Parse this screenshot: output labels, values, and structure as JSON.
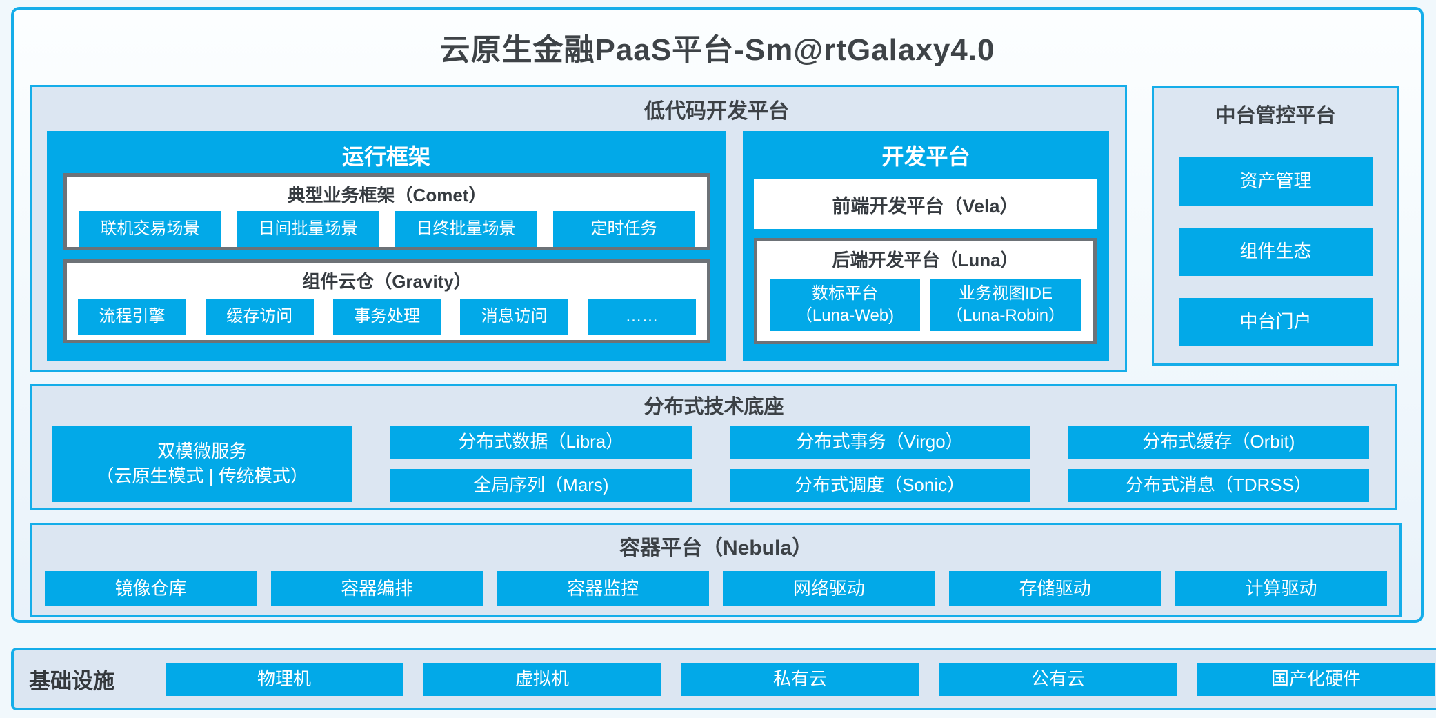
{
  "title": "云原生金融PaaS平台-Sm@rtGalaxy4.0",
  "colors": {
    "accent_blue": "#02a9e8",
    "border_cyan": "#15ade9",
    "panel_bg": "#dce6f2",
    "inner_gray_border": "#6d7277",
    "dark_text": "#3c4247"
  },
  "lowcode": {
    "title": "低代码开发平台",
    "runtime": {
      "title": "运行框架",
      "comet": {
        "title": "典型业务框架（Comet）",
        "items": [
          "联机交易场景",
          "日间批量场景",
          "日终批量场景",
          "定时任务"
        ]
      },
      "gravity": {
        "title": "组件云仓（Gravity）",
        "items": [
          "流程引擎",
          "缓存访问",
          "事务处理",
          "消息访问",
          "……"
        ]
      }
    },
    "dev": {
      "title": "开发平台",
      "vela": "前端开发平台（Vela）",
      "luna": {
        "title": "后端开发平台（Luna）",
        "items": [
          {
            "line1": "数标平台",
            "line2": "（Luna-Web)"
          },
          {
            "line1": "业务视图IDE",
            "line2": "（Luna-Robin）"
          }
        ]
      }
    }
  },
  "midplatform": {
    "title": "中台管控平台",
    "items": [
      "资产管理",
      "组件生态",
      "中台门户"
    ]
  },
  "distributed": {
    "title": "分布式技术底座",
    "dual_mode": {
      "line1": "双模微服务",
      "line2": "（云原生模式 | 传统模式）"
    },
    "columns": [
      [
        "分布式数据（Libra）",
        "全局序列（Mars)"
      ],
      [
        "分布式事务（Virgo）",
        "分布式调度（Sonic）"
      ],
      [
        "分布式缓存（Orbit)",
        "分布式消息（TDRSS）"
      ]
    ]
  },
  "container_platform": {
    "title": "容器平台（Nebula）",
    "items": [
      "镜像仓库",
      "容器编排",
      "容器监控",
      "网络驱动",
      "存储驱动",
      "计算驱动"
    ]
  },
  "infrastructure": {
    "title": "基础设施",
    "items": [
      "物理机",
      "虚拟机",
      "私有云",
      "公有云",
      "国产化硬件"
    ]
  }
}
